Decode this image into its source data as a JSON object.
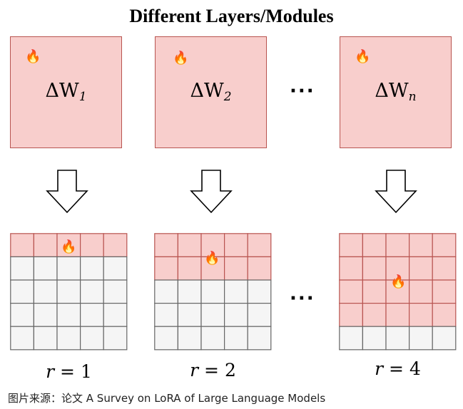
{
  "title": "Different Layers/Modules",
  "modules": [
    {
      "delta": "ΔW",
      "subscript": "1",
      "rank_var": "r",
      "rank_eq": "=",
      "rank_value": "1",
      "rank_rows": 1
    },
    {
      "delta": "ΔW",
      "subscript": "2",
      "rank_var": "r",
      "rank_eq": "=",
      "rank_value": "2",
      "rank_rows": 2
    },
    {
      "delta": "ΔW",
      "subscript": "n",
      "rank_var": "r",
      "rank_eq": "=",
      "rank_value": "4",
      "rank_rows": 4
    }
  ],
  "ellipsis": "···",
  "caption": "图片来源：论文 A Survey on LoRA of Large Language Models",
  "colors": {
    "trainable_fill": "#f8cecc",
    "trainable_border": "#b85450",
    "frozen_fill": "#f5f5f5",
    "frozen_border": "#666666"
  },
  "icons": {
    "trainable": "fire-icon",
    "transform": "down-arrow-icon"
  }
}
